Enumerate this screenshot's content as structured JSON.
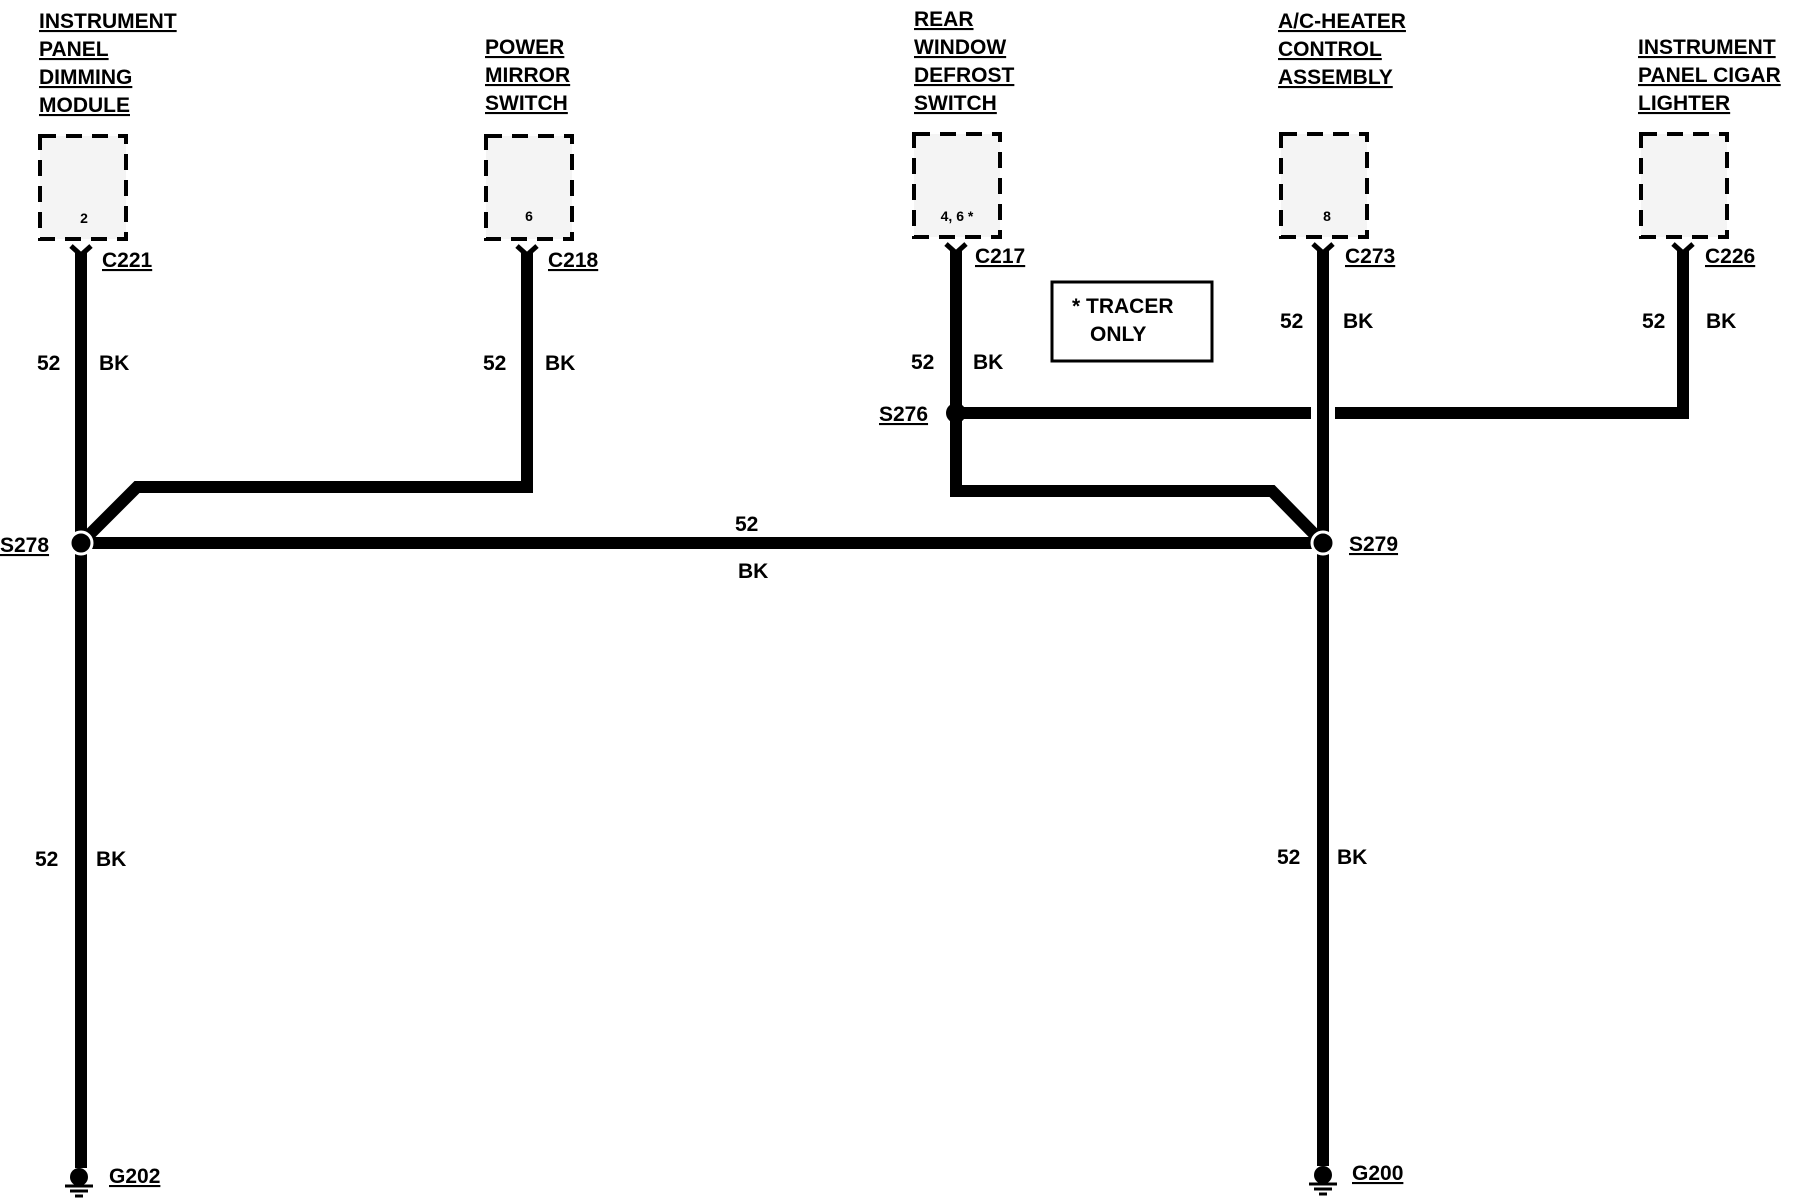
{
  "components": {
    "ip_dimming": {
      "lines": [
        "INSTRUMENT",
        "PANEL",
        "DIMMING",
        "MODULE"
      ],
      "pin": "2",
      "connector": "C221"
    },
    "power_mirror": {
      "lines": [
        "POWER",
        "MIRROR",
        "SWITCH"
      ],
      "pin": "6",
      "connector": "C218"
    },
    "rear_defrost": {
      "lines": [
        "REAR",
        "WINDOW",
        "DEFROST",
        "SWITCH"
      ],
      "pin": "4, 6 *",
      "connector": "C217"
    },
    "ac_heater": {
      "lines": [
        "A/C-HEATER",
        "CONTROL",
        "ASSEMBLY"
      ],
      "pin": "8",
      "connector": "C273"
    },
    "cigar_lighter": {
      "lines": [
        "INSTRUMENT",
        "PANEL CIGAR",
        "LIGHTER"
      ],
      "pin": "",
      "connector": "C226"
    }
  },
  "wire": {
    "circuit": "52",
    "color": "BK"
  },
  "splices": {
    "s278": "S278",
    "s279": "S279",
    "s276": "S276"
  },
  "grounds": {
    "g202": "G202",
    "g200": "G200"
  },
  "note": {
    "line1": "* TRACER",
    "line2": "ONLY"
  }
}
